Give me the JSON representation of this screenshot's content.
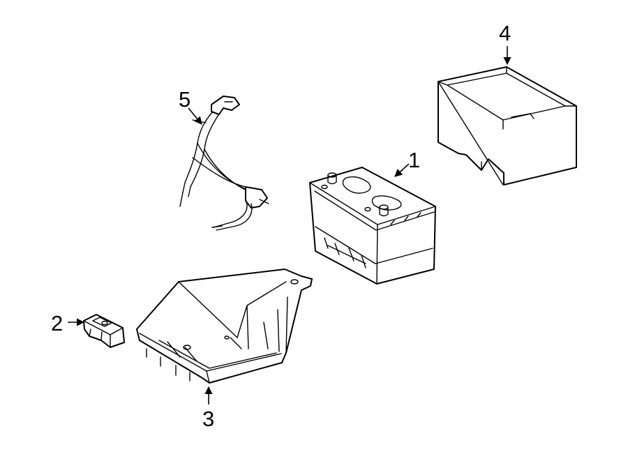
{
  "callouts": {
    "battery": "1",
    "hold_down_clamp": "2",
    "battery_tray": "3",
    "insulator_box": "4",
    "cable_harness": "5"
  },
  "colors": {
    "line": "#000000",
    "background": "#ffffff"
  }
}
